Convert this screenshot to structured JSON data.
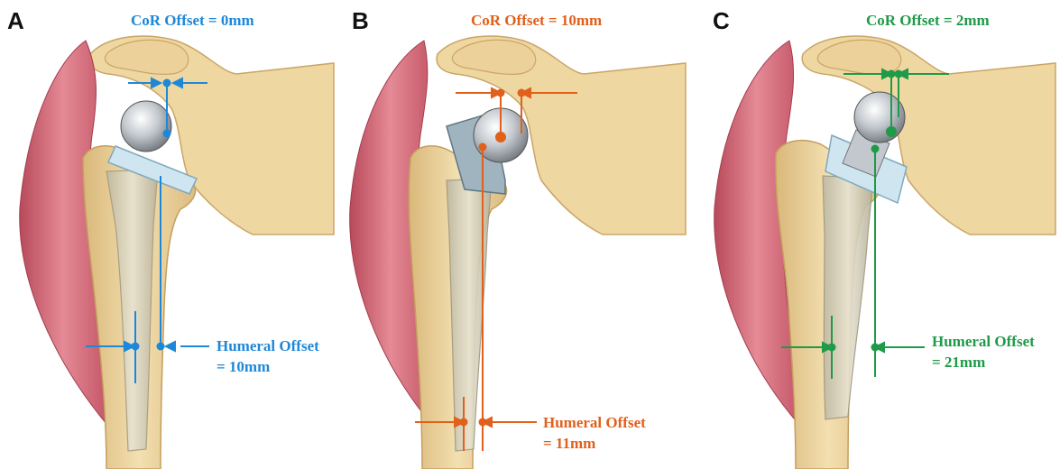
{
  "colors": {
    "panel_a": "#1e88d8",
    "panel_b": "#e0601c",
    "panel_c": "#1f9a48",
    "bone": "#efd7a2",
    "bone_shadow": "#d8b677",
    "muscle": "#d9707e",
    "muscle_dark": "#b84a5a",
    "stem": "#d7d2bc",
    "metal": "#b9bfc6",
    "poly": "#cfe6f0"
  },
  "panels": [
    {
      "letter": "A",
      "cor_label": "CoR Offset = 0mm",
      "humeral_label_line1": "Humeral Offset",
      "humeral_label_line2": "= 10mm"
    },
    {
      "letter": "B",
      "cor_label": "CoR Offset = 10mm",
      "humeral_label_line1": "Humeral Offset",
      "humeral_label_line2": "= 11mm"
    },
    {
      "letter": "C",
      "cor_label": "CoR Offset = 2mm",
      "humeral_label_line1": "Humeral Offset",
      "humeral_label_line2": "= 21mm"
    }
  ]
}
